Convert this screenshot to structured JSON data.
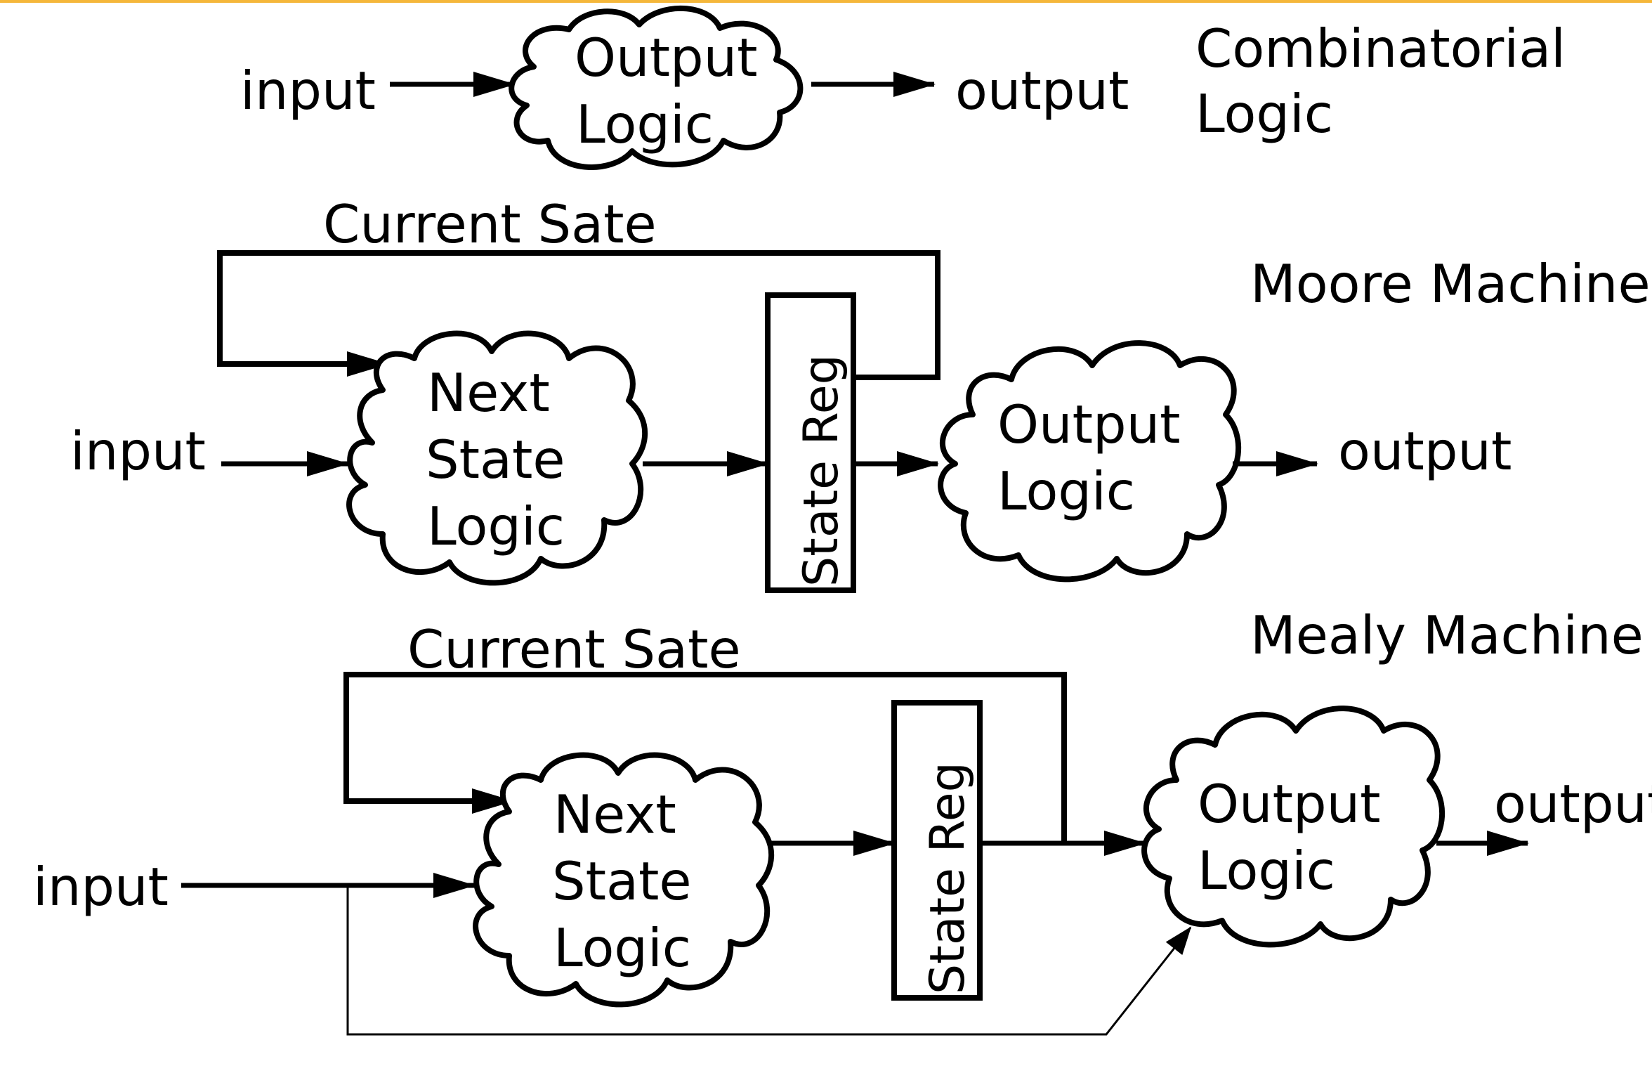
{
  "accent_color": "#f5b73a",
  "combinatorial": {
    "input_label": "input",
    "cloud_line1": "Output",
    "cloud_line2": "Logic",
    "output_label": "output",
    "title_line1": "Combinatorial",
    "title_line2": "Logic"
  },
  "moore": {
    "title": "Moore Machine",
    "feedback_label": "Current Sate",
    "input_label": "input",
    "next_state_line1": "Next",
    "next_state_line2": "State",
    "next_state_line3": "Logic",
    "state_reg_label": "State Reg",
    "output_logic_line1": "Output",
    "output_logic_line2": "Logic",
    "output_label": "output"
  },
  "mealy": {
    "title": "Mealy Machine",
    "feedback_label": "Current Sate",
    "input_label": "input",
    "next_state_line1": "Next",
    "next_state_line2": "State",
    "next_state_line3": "Logic",
    "state_reg_label": "State Reg",
    "output_logic_line1": "Output",
    "output_logic_line2": "Logic",
    "output_label": "output"
  }
}
